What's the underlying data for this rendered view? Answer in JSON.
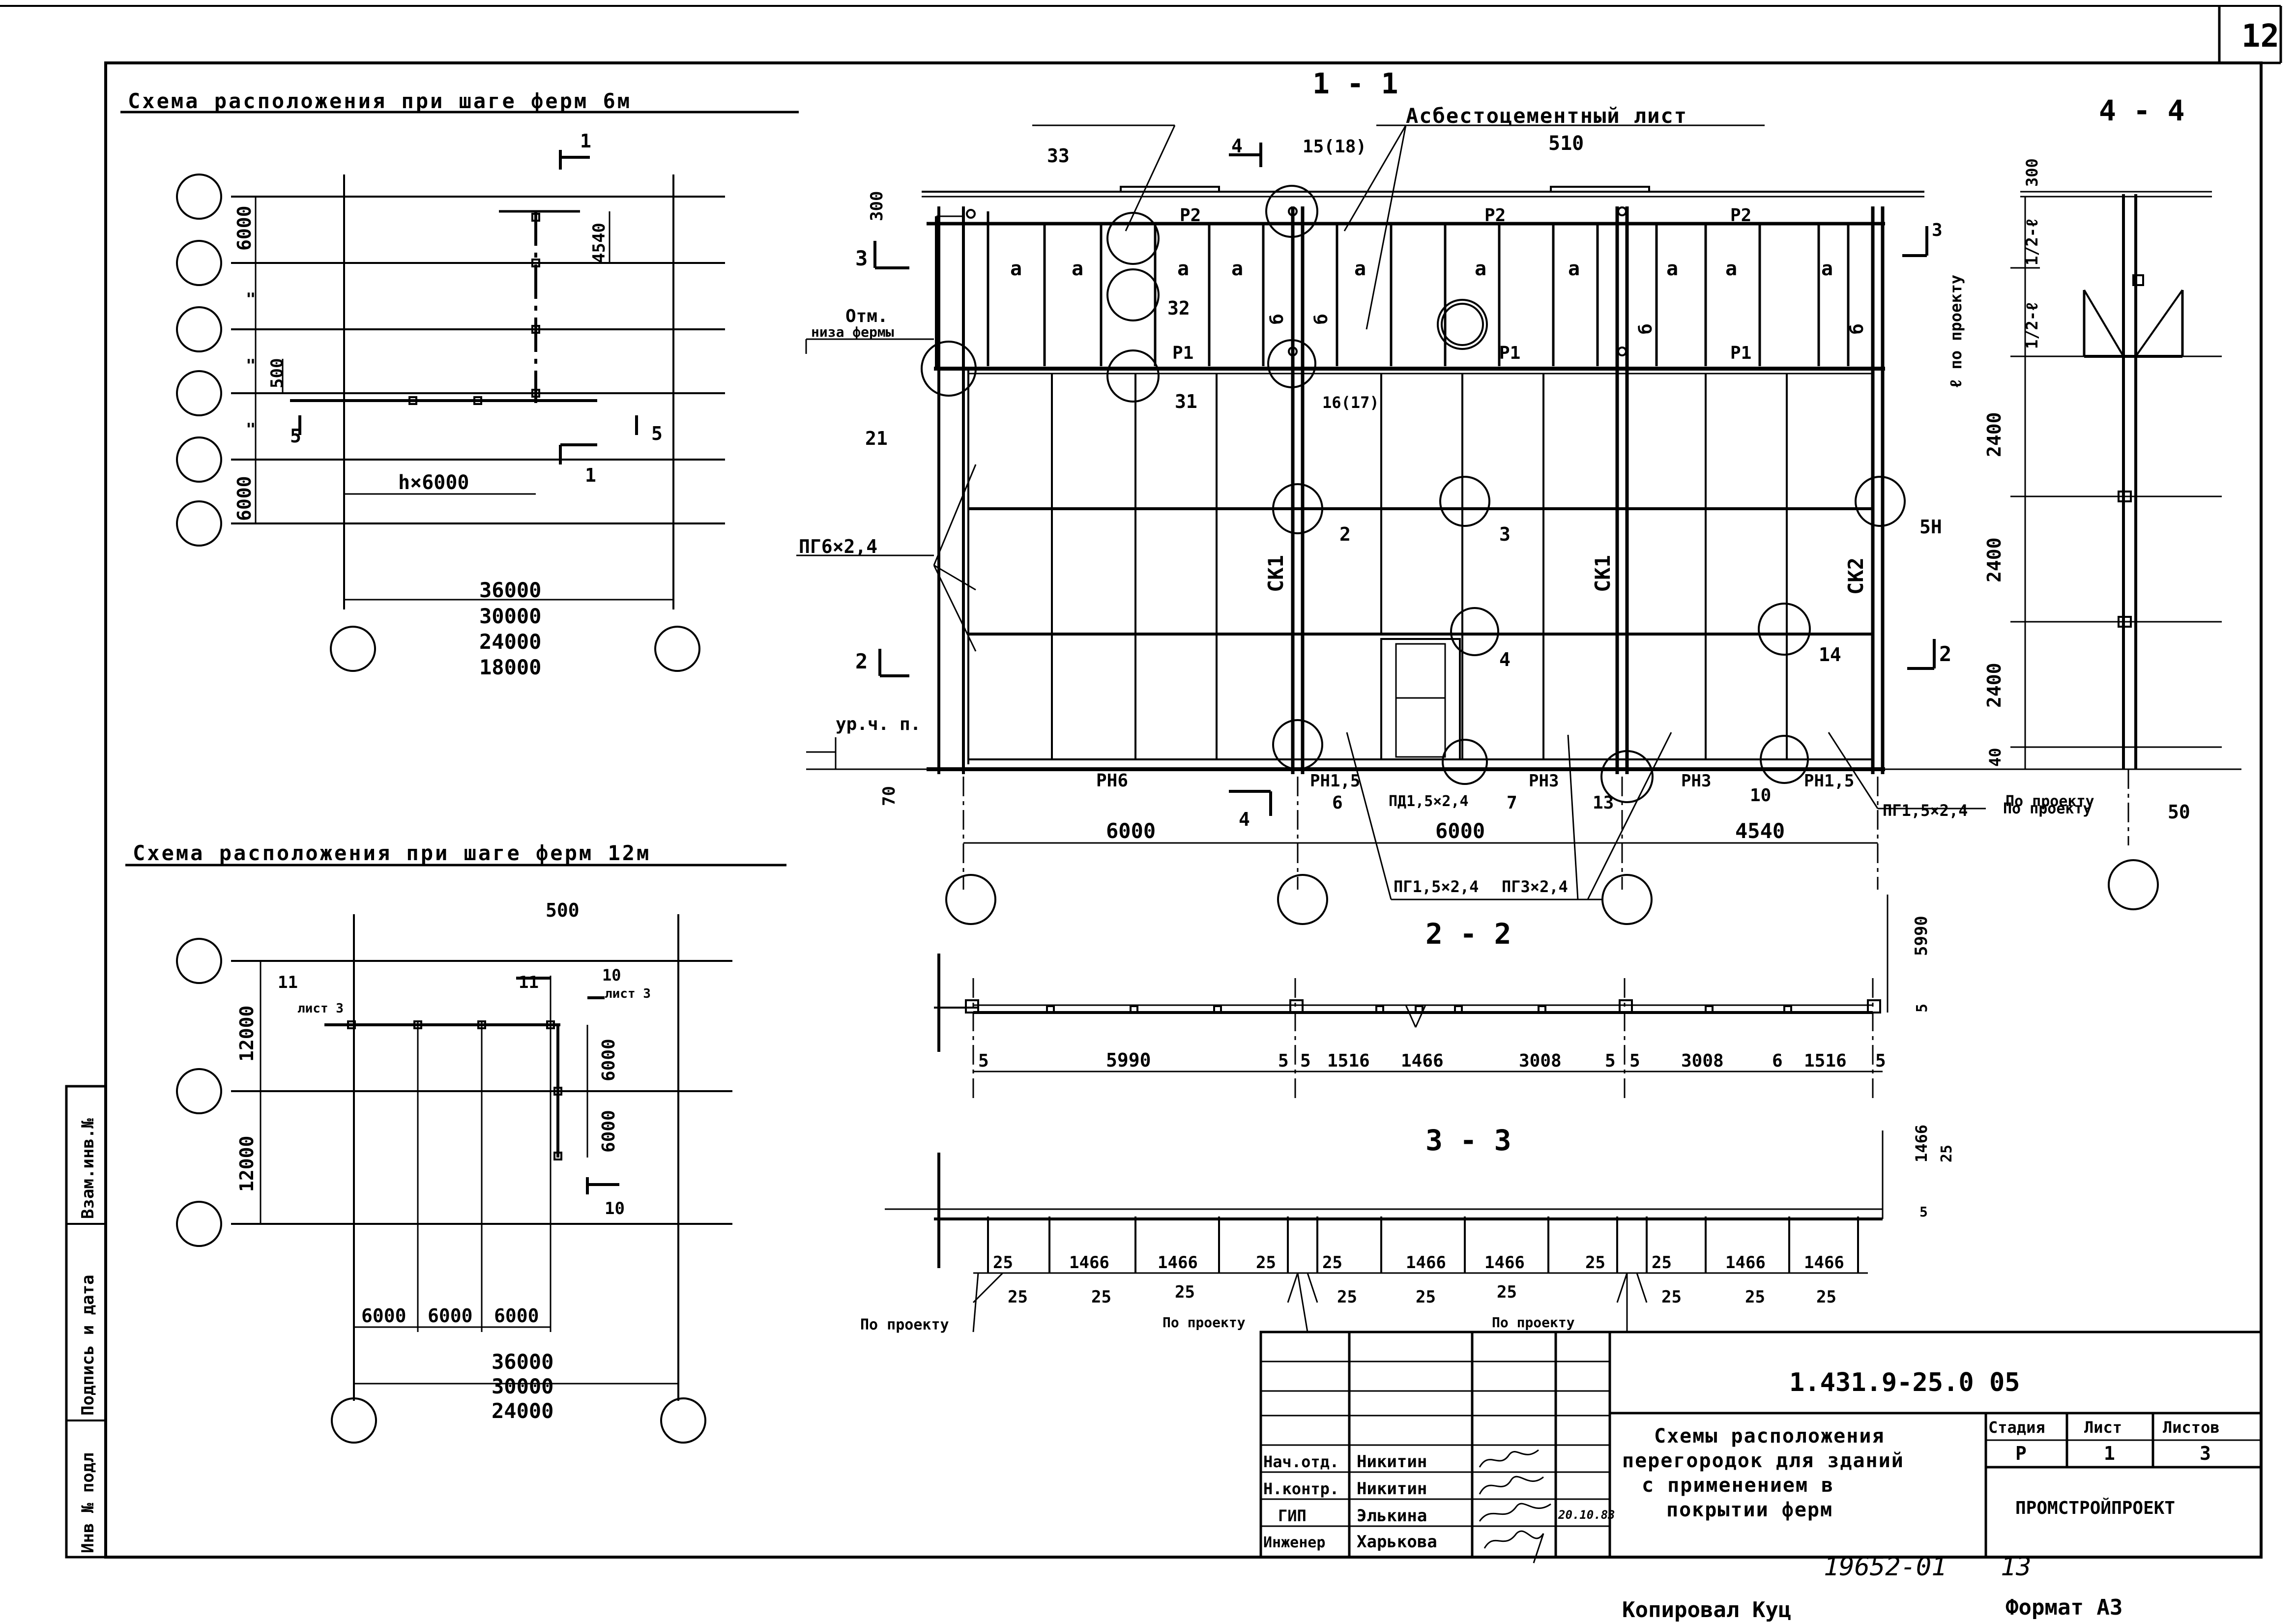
{
  "sheet": {
    "sheet_number": "12",
    "copied_by": "Копировал Куц",
    "format": "Формат А3",
    "archive_number": "19652-01",
    "archive_page": "13"
  },
  "left_margin": {
    "inv_podl": "Инв № подл",
    "podpis": "Подпись и дата",
    "vzam": "Взам.инв.№"
  },
  "scheme_6m": {
    "title": "Схема расположения при шаге ферм 6м",
    "dims": {
      "d6000a": "6000",
      "d6000b": "6000",
      "d4540": "4540",
      "d500": "500",
      "h6000": "h×6000",
      "ditto1": "\"",
      "ditto2": "\"",
      "ditto3": "\""
    },
    "span": [
      "36000",
      "30000",
      "24000",
      "18000"
    ],
    "marks": {
      "sec1": "1",
      "sec1b": "1",
      "sec5a": "5",
      "sec5b": "5"
    }
  },
  "scheme_12m": {
    "title": "Схема расположения при шаге ферм 12м",
    "dims": {
      "d500": "500",
      "d12000a": "12000",
      "d12000b": "12000",
      "d6000a": "6000",
      "d6000b": "6000",
      "steps": [
        "6000",
        "6000",
        "6000"
      ]
    },
    "span": [
      "36000",
      "30000",
      "24000"
    ],
    "marks": {
      "m11a": "11",
      "m11a_sheet": "лист 3",
      "m11b": "11",
      "m10a": "10",
      "m10a_sheet": "лист 3",
      "m10b": "10"
    }
  },
  "section_1_1": {
    "title": "1 - 1",
    "asbestos_label": "Асбестоцементный лист",
    "asbestos_num": "510",
    "callouts": [
      "33",
      "15(18)",
      "32",
      "31",
      "21",
      "16(17)",
      "2",
      "3",
      "4",
      "5Н",
      "14",
      "6",
      "7",
      "13",
      "10"
    ],
    "labels": {
      "r2": "Р2",
      "r1": "Р1",
      "a": "а",
      "b": "б",
      "ck1": "СК1",
      "ck2": "СК2",
      "otm": "Отм.",
      "niz": "низа фермы",
      "pg6": "ПГ6×2,4",
      "urchp": "ур.ч. п.",
      "rn6": "РН6",
      "rn15": "РН1,5",
      "rn3": "РН3",
      "pd": "ПД1,5×2,4",
      "pg15": "ПГ1,5×2,4",
      "pg3": "ПГ3×2,4",
      "pg15b": "ПГ1,5×2,4",
      "po_proektu": "По проекту",
      "po_proektu_v": "ℓ по проекту",
      "mark3": "3",
      "mark2": "2",
      "mark4": "4",
      "mark3r": "3",
      "mark2r": "2",
      "mark4b": "4"
    },
    "dims": {
      "d300": "300",
      "d70": "70",
      "d6000a": "6000",
      "d6000b": "6000",
      "d4540": "4540"
    }
  },
  "section_4_4": {
    "title": "4 - 4",
    "dims": [
      "300",
      "1/2-ℓ",
      "1/2-ℓ",
      "2400",
      "2400",
      "2400",
      "40",
      "50"
    ],
    "po_proektu": "По проекту"
  },
  "section_2_2": {
    "title": "2 - 2",
    "dims": [
      "5",
      "5990",
      "5",
      "5",
      "1516",
      "1466",
      "3008",
      "5",
      "5",
      "3008",
      "6",
      "1516",
      "5"
    ],
    "right_dims": [
      "5990",
      "5"
    ]
  },
  "section_3_3": {
    "title": "3 - 3",
    "dims_row1": [
      "25",
      "1466",
      "1466",
      "25",
      "25",
      "1466",
      "1466",
      "25",
      "25",
      "1466",
      "1466"
    ],
    "dims_row2": [
      "25",
      "25",
      "25",
      "25",
      "25",
      "25",
      "25",
      "25",
      "25"
    ],
    "right_dims": [
      "1466",
      "25",
      "5"
    ],
    "po_proektu": [
      "По проекту",
      "По проекту",
      "По проекту"
    ]
  },
  "title_block": {
    "code": "1.431.9-25.0 05",
    "title": [
      "Схемы расположения",
      "перегородок для зданий",
      "с применением в",
      "покрытии ферм"
    ],
    "stage_h": "Стадия",
    "sheet_h": "Лист",
    "sheets_h": "Листов",
    "stage": "Р",
    "sheet": "1",
    "sheets": "3",
    "org": "ПРОМСТРОЙПРОЕКТ",
    "roles": [
      {
        "role": "Нач.отд.",
        "name": "Никитин",
        "date": ""
      },
      {
        "role": "Н.контр.",
        "name": "Никитин",
        "date": ""
      },
      {
        "role": "ГИП",
        "name": "Элькина",
        "date": "20.10.83"
      },
      {
        "role": "Инженер",
        "name": "Харькова",
        "date": ""
      }
    ]
  }
}
